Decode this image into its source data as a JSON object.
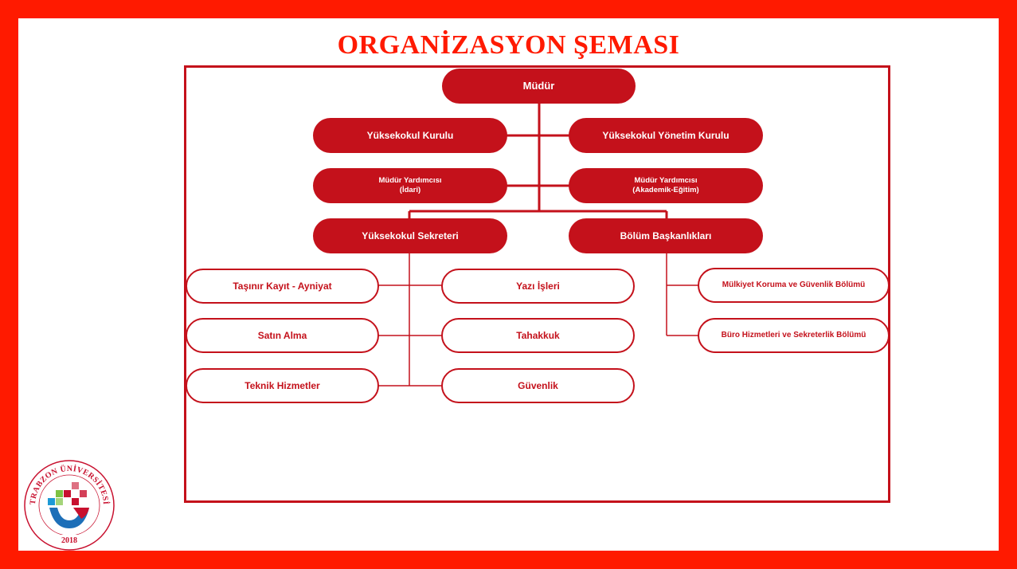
{
  "title": "ORGANİZASYON ŞEMASI",
  "colors": {
    "frame": "#ff1a00",
    "node": "#c4111b",
    "background": "#ffffff"
  },
  "nodes": {
    "mudur": "Müdür",
    "yuksekokul_kurulu": "Yüksekokul Kurulu",
    "yonetim_kurulu": "Yüksekokul Yönetim Kurulu",
    "yardimci_idari": {
      "line1": "Müdür Yardımcısı",
      "line2": "(İdari)"
    },
    "yardimci_akademik": {
      "line1": "Müdür Yardımcısı",
      "line2": "(Akademik-Eğitim)"
    },
    "sekreter": "Yüksekokul Sekreteri",
    "bolum_baskanliklari": "Bölüm Başkanlıkları",
    "tasinir": "Taşınır Kayıt - Ayniyat",
    "satin_alma": "Satın Alma",
    "teknik": "Teknik Hizmetler",
    "yazi_isleri": "Yazı İşleri",
    "tahakkuk": "Tahakkuk",
    "guvenlik": "Güvenlik",
    "mulkiyet": "Mülkiyet Koruma ve Güvenlik Bölümü",
    "buro": "Büro Hizmetleri ve Sekreterlik Bölümü"
  },
  "logo": {
    "name": "TRABZON ÜNİVERSİTESİ",
    "year": "2018"
  }
}
